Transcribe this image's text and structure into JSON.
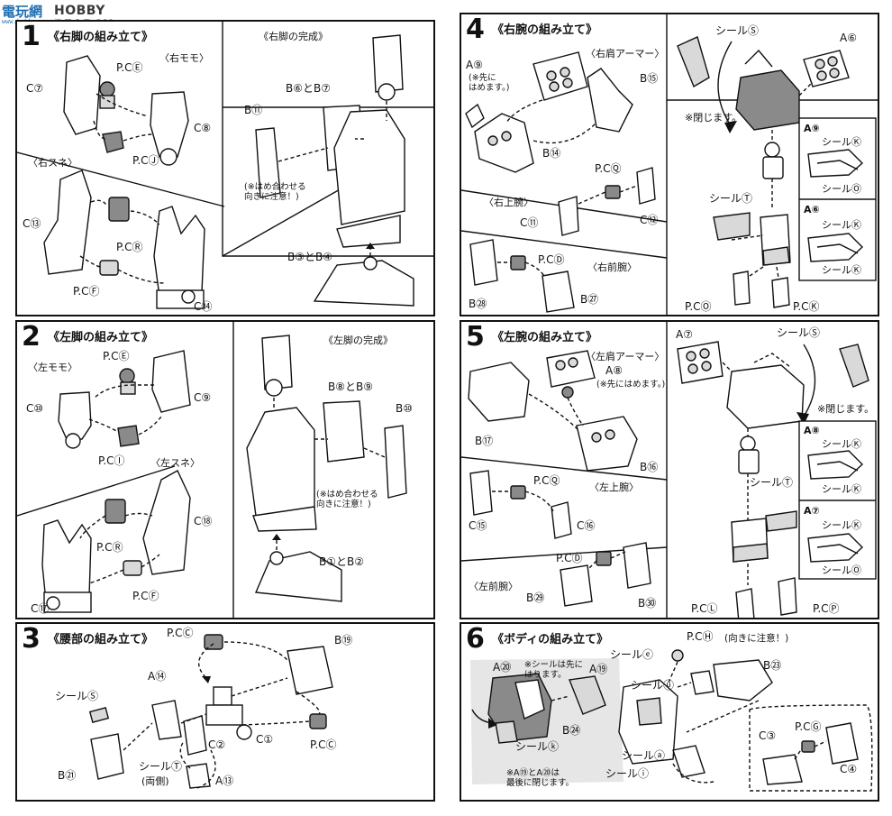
{
  "watermark": {
    "logo": "電玩網",
    "brand": "HOBBY SEARCH",
    "url": "www.hobbysearch.com"
  },
  "step1": {
    "num": "1",
    "title": "《右脚の組み立て》",
    "sub_momo": "〈右モモ〉",
    "sub_sune": "〈右スネ〉",
    "complete": "《右脚の完成》",
    "labels": {
      "c7": "C⑦",
      "pce": "P.CⒺ",
      "c8": "C⑧",
      "pcj": "P.CⒿ",
      "b11": "B⑪",
      "b6b7": "B⑥とB⑦",
      "c13": "C⑬",
      "pcr": "P.CⓇ",
      "pcf": "P.CⒻ",
      "c14": "C⑭",
      "b3b4": "B③とB④"
    },
    "note": "(※はめ合わせる\n向きに注意！)"
  },
  "step2": {
    "num": "2",
    "title": "《左脚の組み立て》",
    "sub_momo": "〈左モモ〉",
    "sub_sune": "〈左スネ〉",
    "complete": "《左脚の完成》",
    "labels": {
      "pce": "P.CⒺ",
      "c9": "C⑨",
      "c10": "C⑩",
      "pci": "P.CⒾ",
      "b8b9": "B⑧とB⑨",
      "b10": "B⑩",
      "c18": "C⑱",
      "pcr": "P.CⓇ",
      "pcf": "P.CⒻ",
      "c17": "C⑰",
      "b1b2": "B①とB②"
    },
    "note": "(※はめ合わせる\n向きに注意！)"
  },
  "step3": {
    "num": "3",
    "title": "《腰部の組み立て》",
    "labels": {
      "pcc_top": "P.CⒸ",
      "b19": "B⑲",
      "a14": "A⑭",
      "seal_su": "シールⓈ",
      "c2": "C②",
      "c1": "C①",
      "pcc_right": "P.CⒸ",
      "b21": "B㉑",
      "seal_chi": "シールⓉ",
      "ryogawa": "(両側)",
      "a13": "A⑬"
    }
  },
  "step4": {
    "num": "4",
    "title": "《右腕の組み立て》",
    "sub_shoulder": "〈右肩アーマー〉",
    "sub_upper": "〈右上腕〉",
    "sub_fore": "〈右前腕〉",
    "labels": {
      "a9": "A⑨",
      "b15": "B⑮",
      "b14": "B⑭",
      "pcq": "P.CⓆ",
      "c11": "C⑪",
      "c12": "C⑫",
      "pcd": "P.CⒹ",
      "b28": "B㉘",
      "b27": "B㉗",
      "seal_shi": "シールⓈ",
      "a6": "A⑥",
      "seal_ta": "シールⓉ",
      "pco": "P.CⓄ",
      "pck": "P.CⓀ"
    },
    "note_first": "(※先に\nはめます。)",
    "note_close": "※閉じます。",
    "legend": [
      {
        "part": "A⑨",
        "s1": "シールⓀ",
        "s2": "シールⓄ"
      },
      {
        "part": "A⑥",
        "s1": "シールⓀ",
        "s2": "シールⓀ"
      }
    ]
  },
  "step5": {
    "num": "5",
    "title": "《左腕の組み立て》",
    "sub_shoulder": "〈左肩アーマー〉",
    "sub_upper": "〈左上腕〉",
    "sub_fore": "〈左前腕〉",
    "labels": {
      "a7": "A⑦",
      "seal_shi": "シールⓈ",
      "a8": "A⑧",
      "b17": "B⑰",
      "b16": "B⑯",
      "pcq": "P.CⓆ",
      "c15": "C⑮",
      "c16": "C⑯",
      "pcd": "P.CⒹ",
      "b29": "B㉙",
      "b30": "B㉚",
      "seal_ta": "シールⓉ",
      "pcl": "P.CⓁ",
      "pcp": "P.CⓅ"
    },
    "note_first": "(※先にはめます。)",
    "note_close": "※閉じます。",
    "legend": [
      {
        "part": "A⑧",
        "s1": "シールⓀ",
        "s2": "シールⓀ"
      },
      {
        "part": "A⑦",
        "s1": "シールⓀ",
        "s2": "シールⓄ"
      }
    ]
  },
  "step6": {
    "num": "6",
    "title": "《ボディの組み立て》",
    "labels": {
      "seal_e": "シールⓔ",
      "pch": "P.CⒽ",
      "pch_note": "(向きに注意！)",
      "b23": "B㉓",
      "a20": "A⑳",
      "a19": "A⑲",
      "seal_u": "シールⓤ",
      "b24": "B㉔",
      "seal_ku": "シールⓚ",
      "seal_a": "シールⓐ",
      "seal_i": "シールⓘ",
      "c3": "C③",
      "pcg": "P.CⒼ",
      "c4": "C④"
    },
    "note_seal": "※シールは先に\nはります。",
    "note_close": "※A⑲とA⑳は\n最後に閉じます。"
  }
}
